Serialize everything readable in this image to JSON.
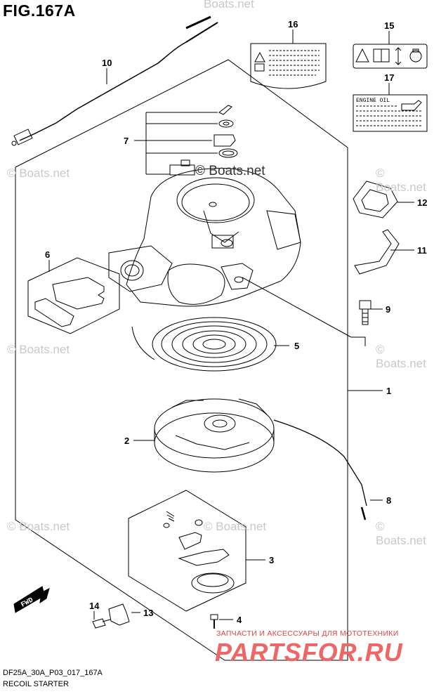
{
  "figure": {
    "title": "FIG.167A",
    "code": "DF25A_30A_P03_017_167A",
    "subtitle": "RECOIL STARTER"
  },
  "callouts": {
    "c1": "1",
    "c2": "2",
    "c3": "3",
    "c4": "4",
    "c5": "5",
    "c6": "6",
    "c7": "7",
    "c8": "8",
    "c9": "9",
    "c10": "10",
    "c11": "11",
    "c12": "12",
    "c13": "13",
    "c14": "14",
    "c15": "15",
    "c16": "16",
    "c17": "17"
  },
  "labels": {
    "engine_oil": "ENGINE OIL",
    "fwd": "FWD"
  },
  "watermarks": {
    "boats": "© Boats.net",
    "boats_short": "Boats.net",
    "shop_tagline": "ЗАПЧАСТИ И АКСЕССУАРЫ ДЛЯ МОТОТЕХНИКИ",
    "shop_logo": "PARTSFOR.RU"
  },
  "colors": {
    "line": "#000000",
    "watermark": "#c9c9c9",
    "shop": "#ee6666"
  }
}
